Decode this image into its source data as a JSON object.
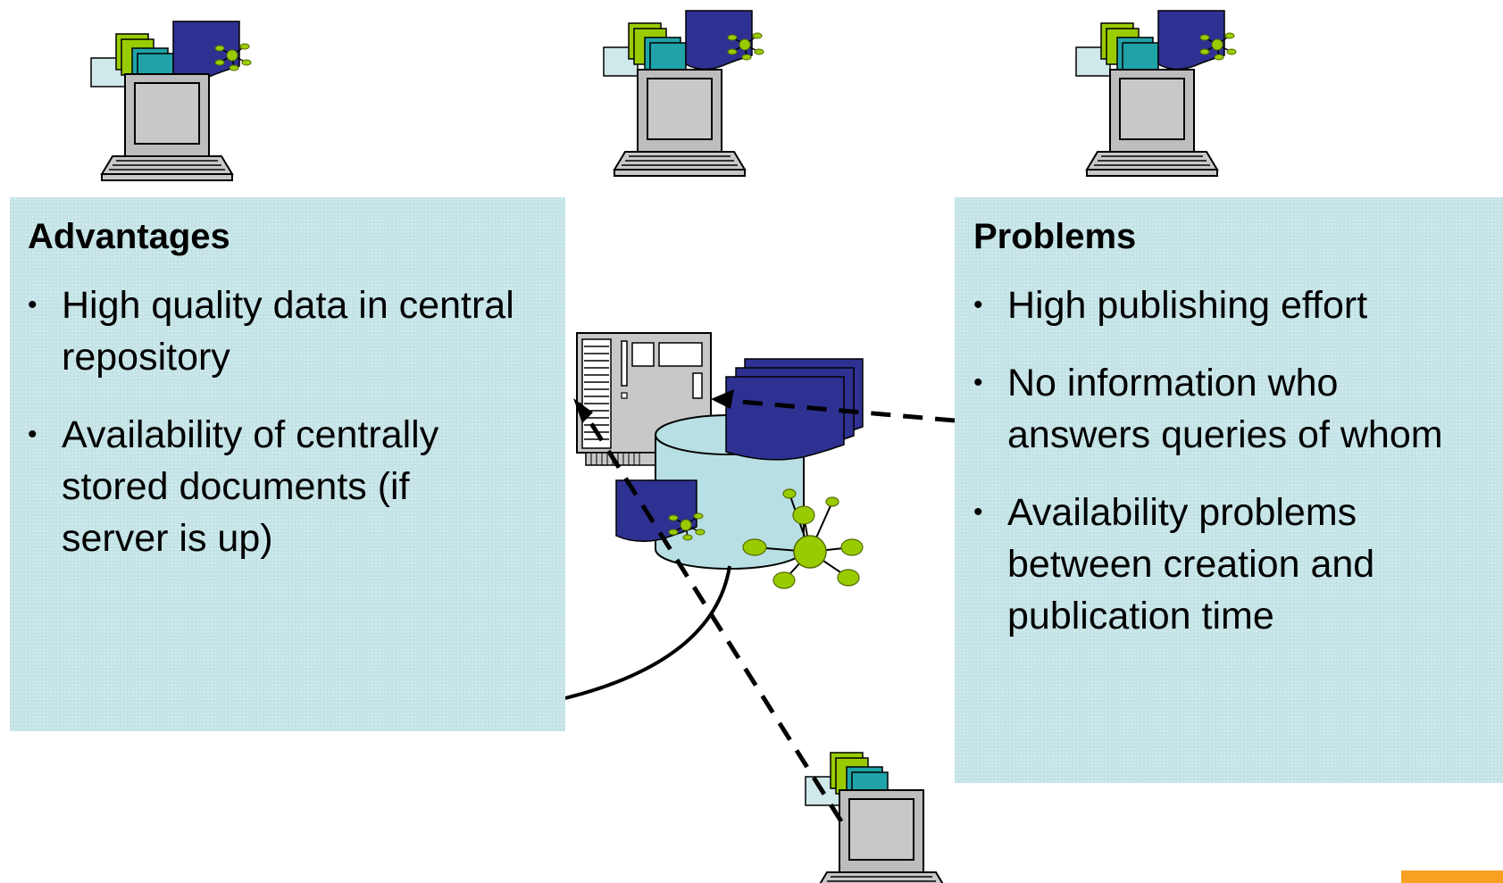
{
  "advantages": {
    "title": "Advantages",
    "items": [
      "High quality data in central repository",
      "Availability of centrally stored documents (if server is up)"
    ]
  },
  "problems": {
    "title": "Problems",
    "items": [
      "High publishing effort",
      "No information who answers queries of whom",
      "Availability problems between creation and publication time"
    ]
  },
  "bullet_glyph": "•",
  "colors": {
    "panel_fill": "#c3e3e6",
    "document_blue": "#2e3192",
    "teal": "#1fa3a8",
    "lime": "#99cc00",
    "database_fill": "#b8e0e4",
    "accent_orange": "#f7a021"
  },
  "icons": {
    "client": "laptop-with-documents-icon",
    "server": "server-tower-icon",
    "database": "database-cylinder-icon",
    "network": "network-hub-icon"
  }
}
